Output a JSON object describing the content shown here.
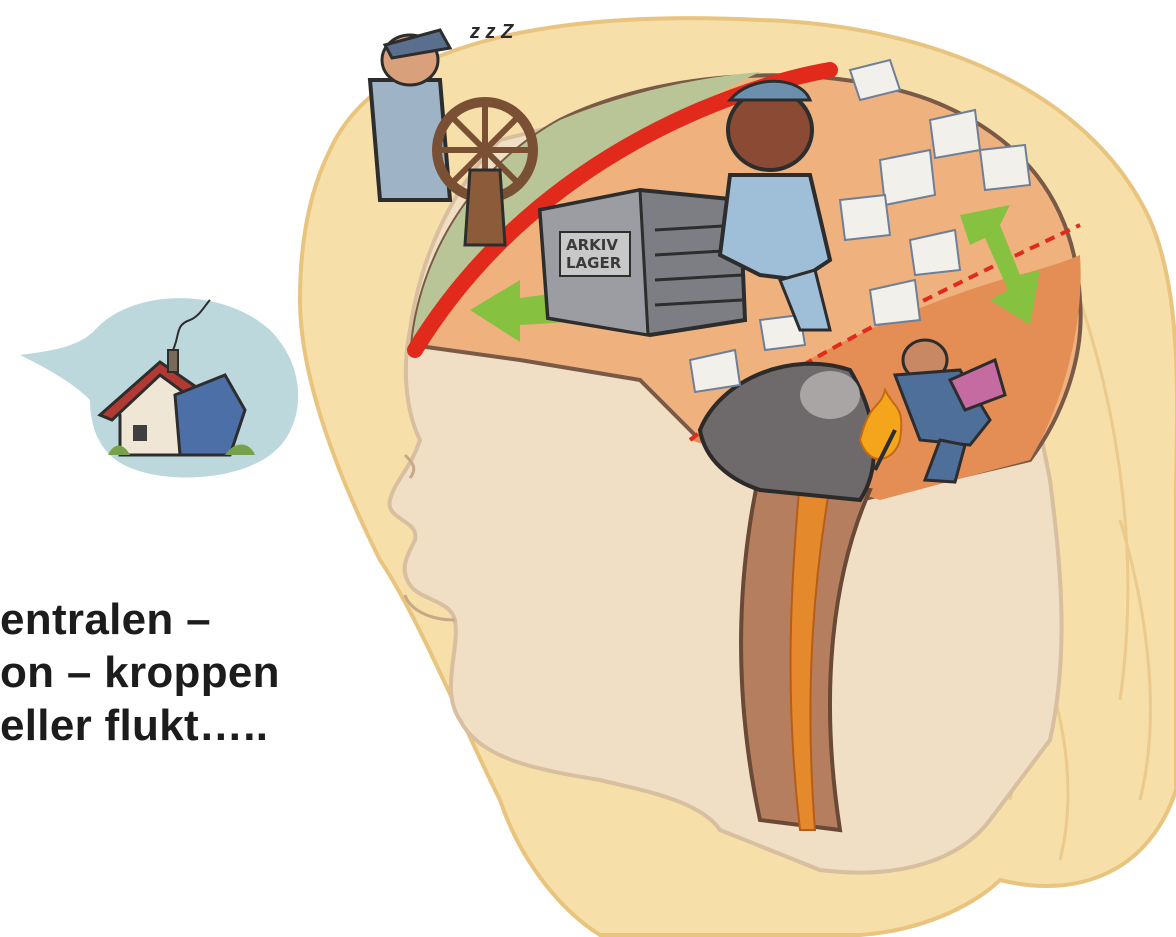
{
  "caption": {
    "line1": "entralen –",
    "line2": "on – kroppen",
    "line3": "eller flukt….."
  },
  "illustration": {
    "sleep_text": "z z Z",
    "archive_sign_line1": "ARKIV",
    "archive_sign_line2": "LAGER"
  },
  "colors": {
    "background": "#ffffff",
    "hair": "#f6dfa8",
    "skin": "#f1dfc5",
    "calm_zone": "#b9c596",
    "active_zone": "#efb27e",
    "lower_zone": "#e48d55",
    "cortex_line": "#e12a1c",
    "arrows": "#86c13f",
    "bubble": "#bcd8dd",
    "brainstem": "#b57e5f",
    "fire_channel": "#e58a2c"
  }
}
